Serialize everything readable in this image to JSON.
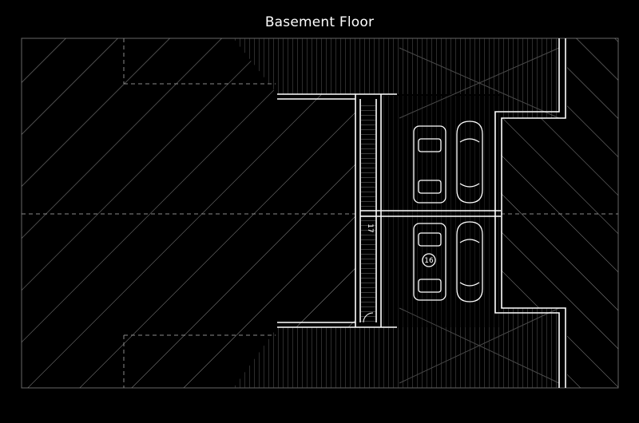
{
  "title": "Basement Floor",
  "colors": {
    "background": "#000000",
    "lines": "#ffffff",
    "hatch": "#9a9a9a"
  },
  "labels": {
    "stair_number": "17",
    "space_number": "16"
  },
  "parking": {
    "car_count": 4
  }
}
